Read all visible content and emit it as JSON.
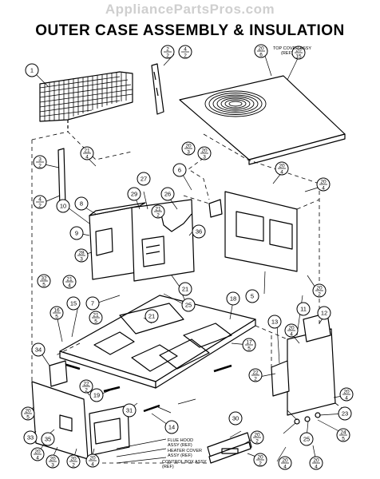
{
  "watermark": "AppliancePartsPros.com",
  "title": "OUTER CASE ASSEMBLY & INSULATION",
  "references": [
    {
      "id": "top_cover",
      "lines": [
        "TOP COVER ASSY",
        "(REF)"
      ]
    },
    {
      "id": "flue_hood",
      "lines": [
        "FLUE HOOD",
        "ASSY (REF)"
      ]
    },
    {
      "id": "heater_cover",
      "lines": [
        "HEATER COVER",
        "ASSY (REF)"
      ]
    },
    {
      "id": "control_box",
      "lines": [
        "CONTROL BOX ASSY",
        "(REF)"
      ]
    }
  ],
  "callouts": [
    {
      "id": "c1",
      "label": "1"
    },
    {
      "id": "c2_2a",
      "label": "2/2"
    },
    {
      "id": "c4_2a",
      "label": "4/2"
    },
    {
      "id": "c20_6a",
      "label": "20/6"
    },
    {
      "id": "c20_15",
      "label": "20/15"
    },
    {
      "id": "c3_2",
      "label": "3/2"
    },
    {
      "id": "c4_2b",
      "label": "4/2"
    },
    {
      "id": "c21_4a",
      "label": "21/4"
    },
    {
      "id": "c20_3a",
      "label": "20/3"
    },
    {
      "id": "c20_3b",
      "label": "20/3"
    },
    {
      "id": "c20_4a",
      "label": "20/4"
    },
    {
      "id": "c6",
      "label": "6"
    },
    {
      "id": "c27",
      "label": "27"
    },
    {
      "id": "c29",
      "label": "29"
    },
    {
      "id": "c26",
      "label": "26"
    },
    {
      "id": "c10",
      "label": "10"
    },
    {
      "id": "c8",
      "label": "8"
    },
    {
      "id": "c21_2",
      "label": "21/2"
    },
    {
      "id": "c20_4b",
      "label": "20/4"
    },
    {
      "id": "c9",
      "label": "9"
    },
    {
      "id": "c36",
      "label": "36"
    },
    {
      "id": "c28_3",
      "label": "28/3"
    },
    {
      "id": "c32_5",
      "label": "32/5"
    },
    {
      "id": "c21_4b",
      "label": "21/4"
    },
    {
      "id": "c21a",
      "label": "21"
    },
    {
      "id": "c7",
      "label": "7"
    },
    {
      "id": "c25a",
      "label": "25"
    },
    {
      "id": "c5",
      "label": "5"
    },
    {
      "id": "c20_2a",
      "label": "20/2"
    },
    {
      "id": "c16_5",
      "label": "16/5"
    },
    {
      "id": "c15",
      "label": "15"
    },
    {
      "id": "c21_5",
      "label": "21/5"
    },
    {
      "id": "c21b",
      "label": "21"
    },
    {
      "id": "c18",
      "label": "18"
    },
    {
      "id": "c13",
      "label": "13"
    },
    {
      "id": "c11",
      "label": "11"
    },
    {
      "id": "c12",
      "label": "12"
    },
    {
      "id": "c20_4c",
      "label": "20/4"
    },
    {
      "id": "c17_5",
      "label": "17/5"
    },
    {
      "id": "c34",
      "label": "34"
    },
    {
      "id": "c22_2a",
      "label": "22/2"
    },
    {
      "id": "c19",
      "label": "19"
    },
    {
      "id": "c22_2b",
      "label": "22/2"
    },
    {
      "id": "c20_4d",
      "label": "20/4"
    },
    {
      "id": "c31",
      "label": "31"
    },
    {
      "id": "c14",
      "label": "14"
    },
    {
      "id": "c23",
      "label": "23"
    },
    {
      "id": "c20_5",
      "label": "20/5"
    },
    {
      "id": "c30",
      "label": "30"
    },
    {
      "id": "c24_5",
      "label": "24/5"
    },
    {
      "id": "c20_2b",
      "label": "20/2"
    },
    {
      "id": "c25b",
      "label": "25"
    },
    {
      "id": "c33",
      "label": "33"
    },
    {
      "id": "c35",
      "label": "35"
    },
    {
      "id": "c20_4e",
      "label": "20/4"
    },
    {
      "id": "c20_3c",
      "label": "20/3"
    },
    {
      "id": "c20_2c",
      "label": "20/2"
    },
    {
      "id": "c20_4f",
      "label": "20/4"
    },
    {
      "id": "c20_2d",
      "label": "20/2"
    },
    {
      "id": "c20_4g",
      "label": "20/4"
    },
    {
      "id": "c20_4h",
      "label": "20/4"
    }
  ]
}
